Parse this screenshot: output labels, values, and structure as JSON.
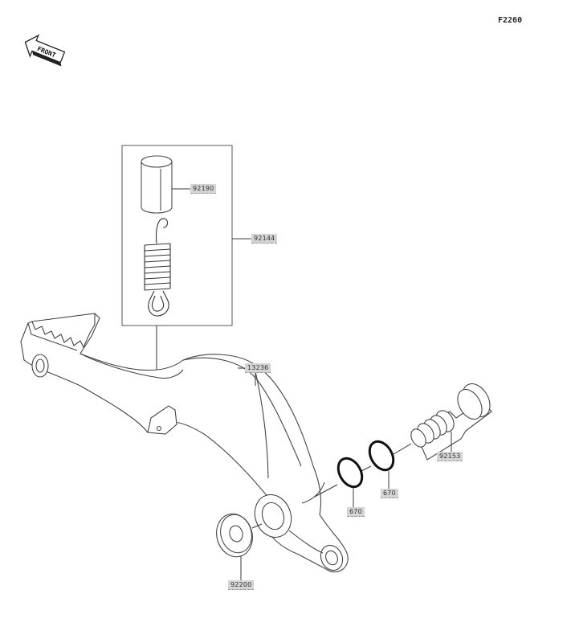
{
  "diagram_code": "F2260",
  "front_label": "FRONT",
  "callouts": {
    "spring_sleeve": "92190",
    "spring_assembly": "92144",
    "brake_pedal": "13236",
    "pivot_shaft": "92153",
    "o_ring_outer": "670",
    "o_ring_inner": "670",
    "washer": "92200"
  }
}
